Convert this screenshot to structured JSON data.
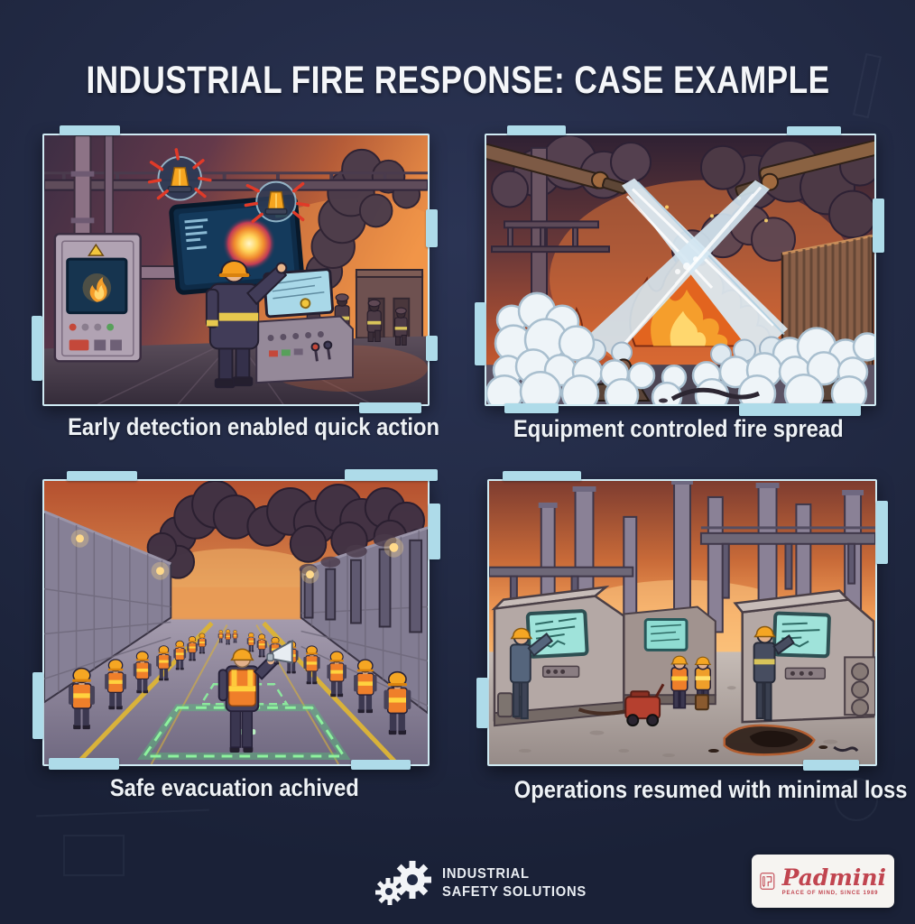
{
  "header": {
    "title": "INDUSTRIAL FIRE RESPONSE: CASE EXAMPLE"
  },
  "panels": [
    {
      "name": "early-detection",
      "caption": "Early detection enabled quick action"
    },
    {
      "name": "fire-spread-control",
      "caption": "Equipment controled fire spread"
    },
    {
      "name": "safe-evacuation",
      "caption": "Safe evacuation achived"
    },
    {
      "name": "operations-resumed",
      "caption": "Operations resumed with minimal loss"
    }
  ],
  "footer": {
    "org": {
      "line1": "INDUSTRIAL",
      "line2": "SAFETY SOLUTIONS"
    },
    "brand": {
      "name": "Padmini",
      "tagline": "PEACE OF MIND, SINCE 1989"
    }
  },
  "colors": {
    "background": "#212a44",
    "accent": "#aedbe9",
    "panel_border": "#cfeaf3",
    "text": "#f2f5f9",
    "brand_red": "#c14550"
  }
}
